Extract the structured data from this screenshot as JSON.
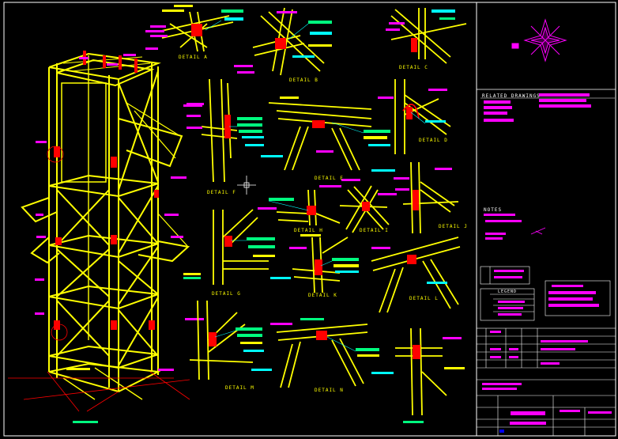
{
  "sheet": {
    "background": "#000000",
    "colors": {
      "structure": "#ffff00",
      "connection": "#ff0000",
      "note_bar_green": "#00ff7f",
      "note_bar_cyan": "#00ffff",
      "note_bar_yellow": "#ffff00",
      "annotation": "#ff00ff",
      "leader": "#00ffff",
      "frame": "#ffffff",
      "frame_accent": "#0000ff"
    }
  },
  "details": {
    "a": "DETAIL A",
    "b": "DETAIL B",
    "c": "DETAIL C",
    "d": "DETAIL D",
    "e": "DETAIL E",
    "f": "DETAIL F",
    "g": "DETAIL G",
    "h": "DETAIL H",
    "i": "DETAIL I",
    "j": "DETAIL J",
    "k": "DETAIL K",
    "l": "DETAIL L",
    "m": "DETAIL M",
    "n": "DETAIL N"
  },
  "side_panel": {
    "related_drawings": "RELATED DRAWINGS",
    "notes": "NOTES",
    "legend": "LEGEND"
  },
  "icons": {
    "north_arrow": "compass-rose-icon",
    "cursor": "crosshair-cursor-icon"
  }
}
